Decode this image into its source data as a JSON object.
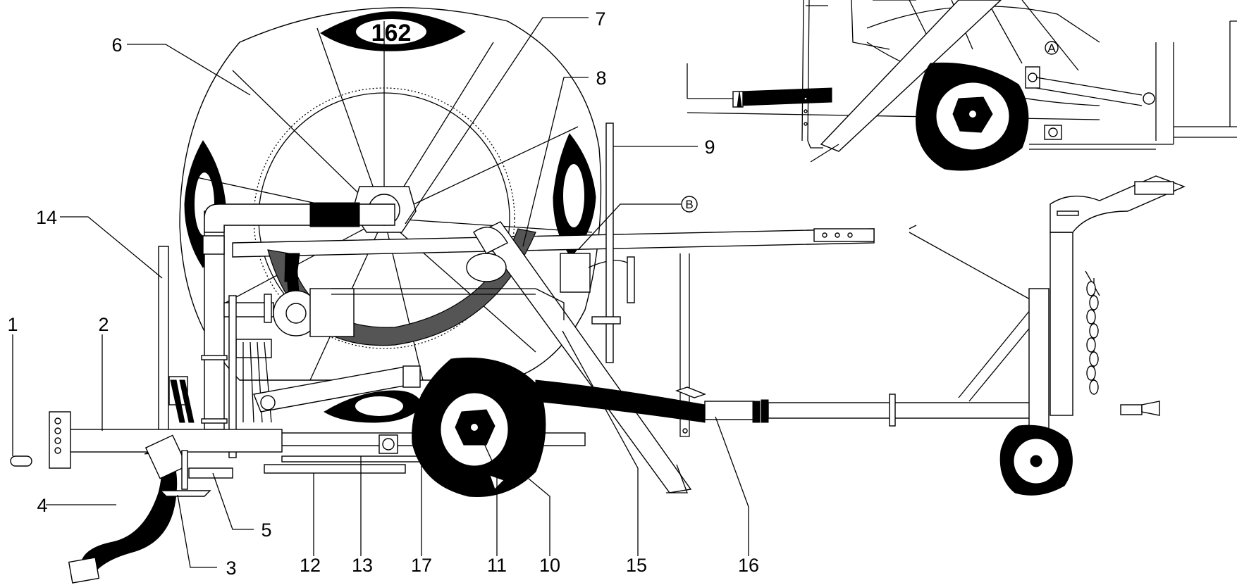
{
  "callouts": [
    "1",
    "2",
    "3",
    "4",
    "5",
    "6",
    "7",
    "8",
    "9",
    "10",
    "11",
    "12",
    "13",
    "14",
    "15",
    "16",
    "17"
  ],
  "reference_marks": [
    "B",
    "A"
  ],
  "logo_text": "162",
  "colors": {
    "line": "#000000",
    "hose": "#000000",
    "hose_fill": "#555555",
    "background": "#ffffff"
  }
}
